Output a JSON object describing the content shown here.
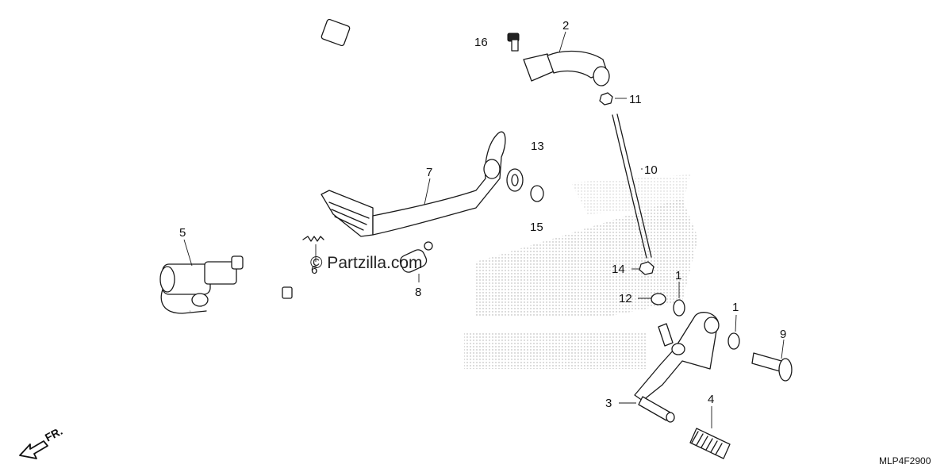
{
  "watermark": "© Partzilla.com",
  "diagram_code": "MLP4F2900",
  "direction_label": "FR.",
  "callouts": {
    "c1a": "1",
    "c1b": "1",
    "c2": "2",
    "c3": "3",
    "c4": "4",
    "c5": "5",
    "c6": "6",
    "c7": "7",
    "c8": "8",
    "c9": "9",
    "c10": "10",
    "c11": "11",
    "c12": "12",
    "c13": "13",
    "c14": "14",
    "c15": "15",
    "c16": "16"
  }
}
